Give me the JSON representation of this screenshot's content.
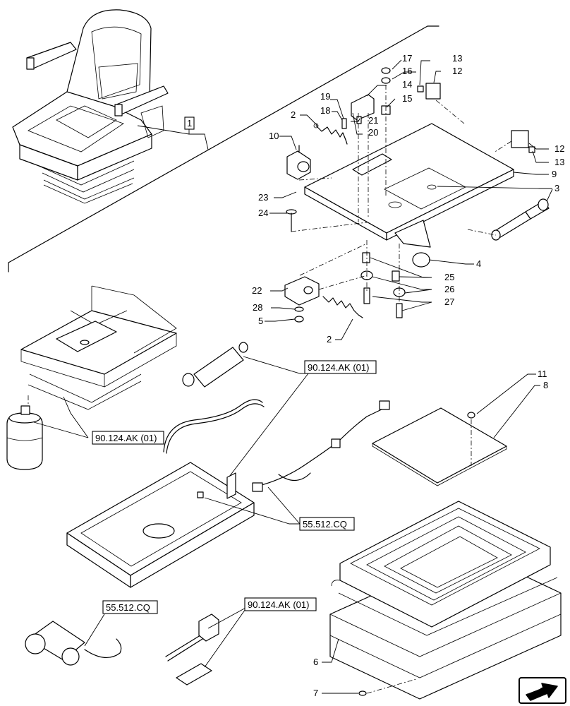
{
  "item_numbers": [
    "1",
    "2",
    "3",
    "4",
    "5",
    "6",
    "7",
    "8",
    "9",
    "10",
    "11",
    "12",
    "13",
    "14",
    "15",
    "16",
    "17",
    "18",
    "19",
    "20",
    "21",
    "22",
    "23",
    "24",
    "25",
    "26",
    "27",
    "28"
  ],
  "references": {
    "ref_a": "90.124.AK (01)",
    "ref_b": "90.124.AK (01)",
    "ref_c": "55.512.CQ",
    "ref_d": "55.512.CQ",
    "ref_e": "90.124.AK (01)"
  },
  "icons": {
    "nav": "arrow-icon"
  }
}
